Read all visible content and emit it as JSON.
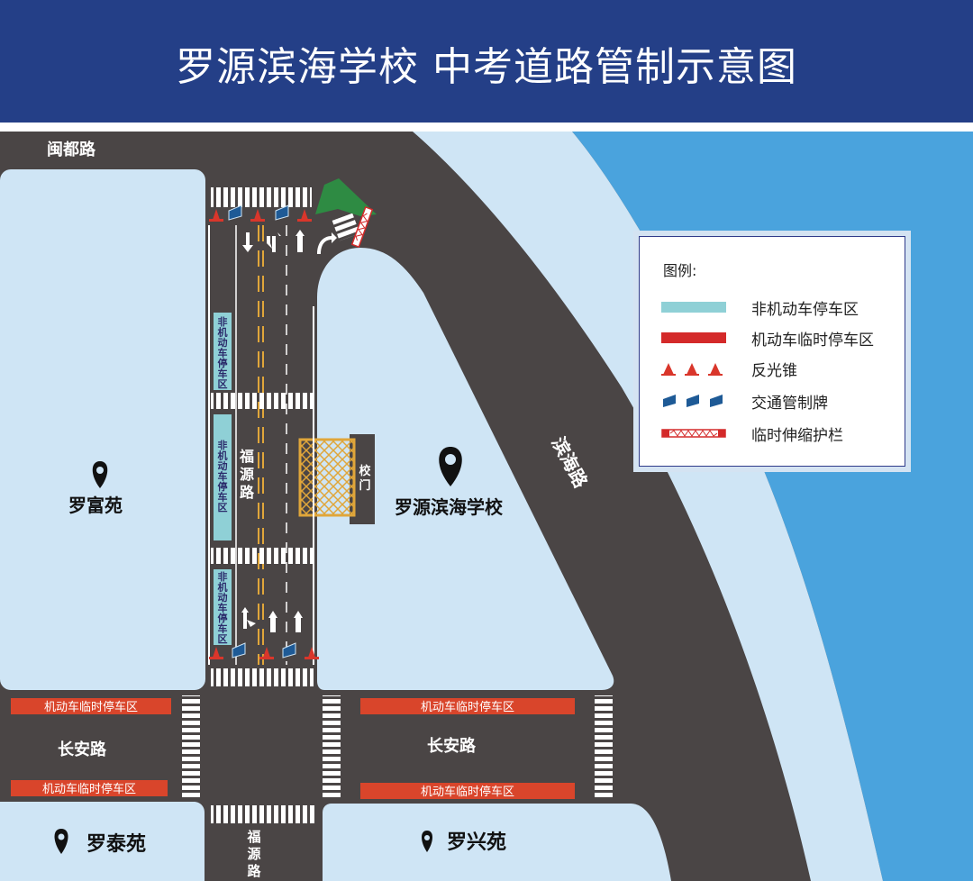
{
  "title": "罗源滨海学校 中考道路管制示意图",
  "roads": {
    "top": "闽都路",
    "fuyuan_mid": "福源路",
    "fuyuan_bottom": "福源路",
    "changan_left": "长安路",
    "changan_right": "长安路",
    "binhai": "滨海路"
  },
  "places": {
    "luofu": "罗富苑",
    "school": "罗源滨海学校",
    "luotai": "罗泰苑",
    "luoxing": "罗兴苑"
  },
  "gate": "校门",
  "zones": {
    "bike": "非机动车停车区",
    "car_temp": "机动车临时停车区"
  },
  "legend": {
    "title": "图例:",
    "items": [
      {
        "label": "非机动车停车区",
        "color": "#8fd0d6"
      },
      {
        "label": "机动车临时停车区",
        "color": "#d42a2a"
      },
      {
        "label": "反光锥",
        "color": "#d9362b"
      },
      {
        "label": "交通管制牌",
        "color": "#1e5a96"
      },
      {
        "label": "临时伸缩护栏",
        "color": "#d42a2a"
      }
    ]
  },
  "colors": {
    "header": "#243f87",
    "road": "#4a4545",
    "block": "#cfe5f5",
    "sea": "#4aa3dd",
    "bike_zone": "#8fd0d6",
    "car_zone": "#d9452b",
    "center_line": "#e0a63a",
    "arrow_green": "#2e8b43"
  }
}
